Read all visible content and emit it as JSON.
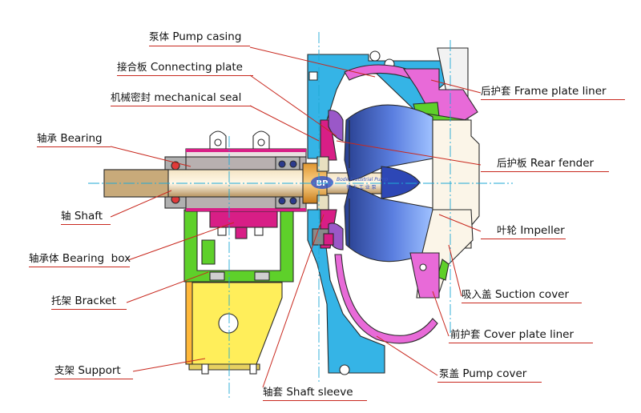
{
  "labels": {
    "pump_casing": {
      "cn": "泵体",
      "en": "Pump casing"
    },
    "connecting_plate": {
      "cn": "接合板",
      "en": "Connecting plate"
    },
    "mechanical_seal": {
      "cn": "机械密封",
      "en": "mechanical seal"
    },
    "bearing": {
      "cn": "轴承",
      "en": "Bearing"
    },
    "shaft": {
      "cn": "轴",
      "en": "Shaft"
    },
    "bearing_box": {
      "cn": "轴承体",
      "en": "Bearing  box"
    },
    "bracket": {
      "cn": "托架",
      "en": "Bracket"
    },
    "support": {
      "cn": "支架",
      "en": "Support"
    },
    "shaft_sleeve": {
      "cn": "轴套",
      "en": "Shaft sleeve"
    },
    "frame_plate_liner": {
      "cn": "后护套",
      "en": "Frame plate liner"
    },
    "rear_fender": {
      "cn": "后护板",
      "en": "Rear fender"
    },
    "impeller": {
      "cn": "叶轮",
      "en": "Impeller"
    },
    "suction_cover": {
      "cn": "吸入盖",
      "en": "Suction cover"
    },
    "cover_plate_liner": {
      "cn": "前护套",
      "en": "Cover plate liner"
    },
    "pump_cover": {
      "cn": "泵盖",
      "en": "Pump cover"
    }
  },
  "logo": {
    "mark": "BP",
    "line1": "Bode Industrial Pump",
    "line2": "博 大 工 业 泵"
  },
  "colors": {
    "casing": "#35b4e6",
    "liner_pink": "#e86ad8",
    "rubber_magenta": "#d81e86",
    "impeller_blue": "#3a56c4",
    "bracket_green": "#5ed02a",
    "support_yellow": "#ffee5a",
    "bearing_box_grey": "#b8b0b0",
    "shaft_tan": "#c8aa7a",
    "sleeve_orange": "#f0a030",
    "leader_red": "#c8281e",
    "centerline": "#1fa9d6"
  }
}
